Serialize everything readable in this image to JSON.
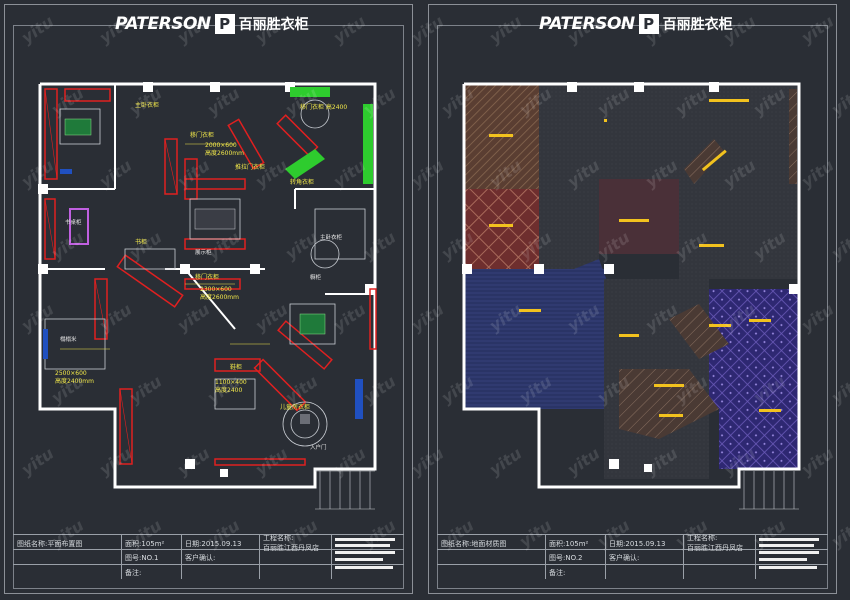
{
  "brand": {
    "logo_en": "PATERSON",
    "logo_mark": "P",
    "logo_cn": "百丽胜衣柜"
  },
  "watermark": "yitu",
  "sheets": [
    {
      "drawing_name_label": "图纸名称:",
      "drawing_name": "平面布置图",
      "area_label": "面积:",
      "area_value": "105m²",
      "date_label": "日期:",
      "date_value": "2015.09.13",
      "number_label": "图号:",
      "number_value": "NO.1",
      "client_label": "客户确认:",
      "remark_label": "备注:",
      "project_label": "工程名称:",
      "project_value": "百丽胜江西丹凤店"
    },
    {
      "drawing_name_label": "图纸名称:",
      "drawing_name": "地面材质图",
      "area_label": "面积:",
      "area_value": "105m²",
      "date_label": "日期:",
      "date_value": "2015.09.13",
      "number_label": "图号:",
      "number_value": "NO.2",
      "client_label": "客户确认:",
      "remark_label": "备注:",
      "project_label": "工程名称:",
      "project_value": "百丽胜江西丹凤店"
    }
  ],
  "plan_labels": {
    "l1": "主卧衣柜",
    "l2": "移门衣柜",
    "l3": "2000×600",
    "l4": "高度2600mm",
    "l5": "推拉门衣柜",
    "l6": "移门衣柜 高2400",
    "l7": "转角衣柜",
    "l8": "书柜",
    "l9": "展示柜",
    "l10": "移门衣柜",
    "l11": "2300×600",
    "l12": "高度2600mm",
    "l13": "主卧衣柜",
    "l14": "橱柜",
    "l15": "书桌柜",
    "l16": "榻榻米",
    "l17": "鞋柜",
    "l18": "1100×400",
    "l19": "高度2400",
    "l20": "儿童房衣柜",
    "l21": "入户门",
    "l22": "2500×600",
    "l23": "高度2400mm"
  },
  "colors": {
    "bg": "#2a2e35",
    "wall": "#ffffff",
    "cabinet_red": "#e02020",
    "annotation_yellow": "#f2e84a",
    "green_panel": "#2ecc2e",
    "purple": "#c060e0",
    "floor_wood": "#6b4a3a",
    "floor_tile": "#7a3232",
    "floor_blue": "#2e3a6b",
    "floor_purple": "#3a2e7a"
  }
}
